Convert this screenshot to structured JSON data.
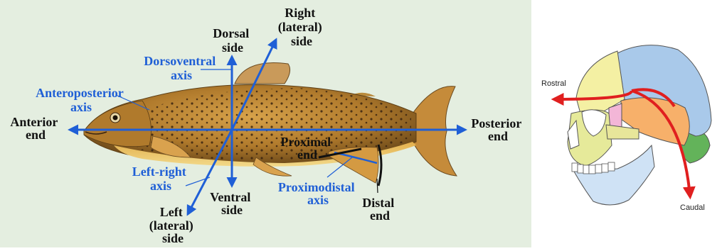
{
  "fish_diagram": {
    "background_color": "#e4eee0",
    "axis_color": "#1f5fd6",
    "label_dark_color": "#111111",
    "labels": {
      "right_side": [
        "Right",
        "(lateral)",
        "side"
      ],
      "dorsal_side": [
        "Dorsal",
        "side"
      ],
      "dorsoventral_axis": [
        "Dorsoventral",
        "axis"
      ],
      "anteroposterior_axis": [
        "Anteroposterior",
        "axis"
      ],
      "anterior_end": [
        "Anterior",
        "end"
      ],
      "posterior_end": [
        "Posterior",
        "end"
      ],
      "proximal_end": [
        "Proximal",
        "end"
      ],
      "left_right_axis": [
        "Left-right",
        "axis"
      ],
      "ventral_side": [
        "Ventral",
        "side"
      ],
      "proximodistal_axis": [
        "Proximodistal",
        "axis"
      ],
      "distal_end": [
        "Distal",
        "end"
      ],
      "left_side": [
        "Left",
        "(lateral)",
        "side"
      ]
    }
  },
  "skull_diagram": {
    "arrow_color": "#e01f1f",
    "labels": {
      "rostral": "Rostral",
      "caudal": "Caudal"
    }
  }
}
